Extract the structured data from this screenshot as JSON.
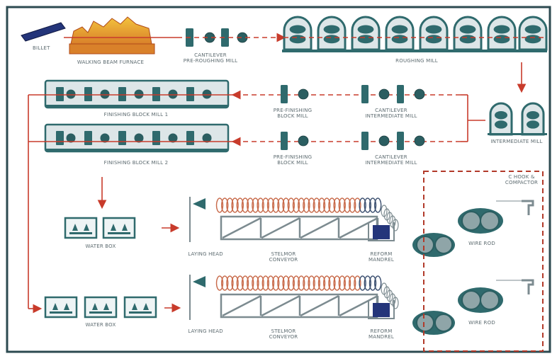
{
  "colors": {
    "equipment": "#2f6a6d",
    "equipment_light": "#dde6e8",
    "roll": "#2b5e61",
    "flow_line": "#c83b2b",
    "border": "#2c4a50",
    "label": "#5d6b70",
    "furnace_hot": "#d9812a",
    "billet": "#24357a",
    "conveyor_frame": "#7c8b90",
    "coil_loop": "#c86a4a",
    "coil_loop_end": "#3c5070"
  },
  "labels": {
    "billet": "BILLET",
    "reheating_furnace": "WALKING BEAM FURNACE",
    "roughing_stand": "CANTILEVER\nPRE-ROUGHING MILL",
    "roughing_mill": "ROUGHING MILL",
    "intermediate_mill": "INTERMEDIATE MILL",
    "finishing_block_1": "FINISHING BLOCK MILL 1",
    "finishing_block_2": "FINISHING BLOCK MILL 2",
    "prefinishing_1": "PRE-FINISHING\nBLOCK MILL",
    "prefinishing_2": "PRE-FINISHING\nBLOCK MILL",
    "cantilever_1": "CANTILEVER\nINTERMEDIATE MILL",
    "cantilever_2": "CANTILEVER\nINTERMEDIATE MILL",
    "water_box_1": "WATER BOX",
    "water_box_2": "WATER BOX",
    "laying_head_1": "LAYING HEAD",
    "laying_head_2": "LAYING HEAD",
    "conveyor_1": "STELMOR\nCONVEYOR",
    "conveyor_2": "STELMOR\nCONVEYOR",
    "reform_1": "REFORM\nMANDREL",
    "reform_2": "REFORM\nMANDREL",
    "hook_compactor": "C HOOK &\nCOMPACTOR",
    "wire_rod_1": "WIRE ROD",
    "wire_rod_2": "WIRE ROD"
  }
}
